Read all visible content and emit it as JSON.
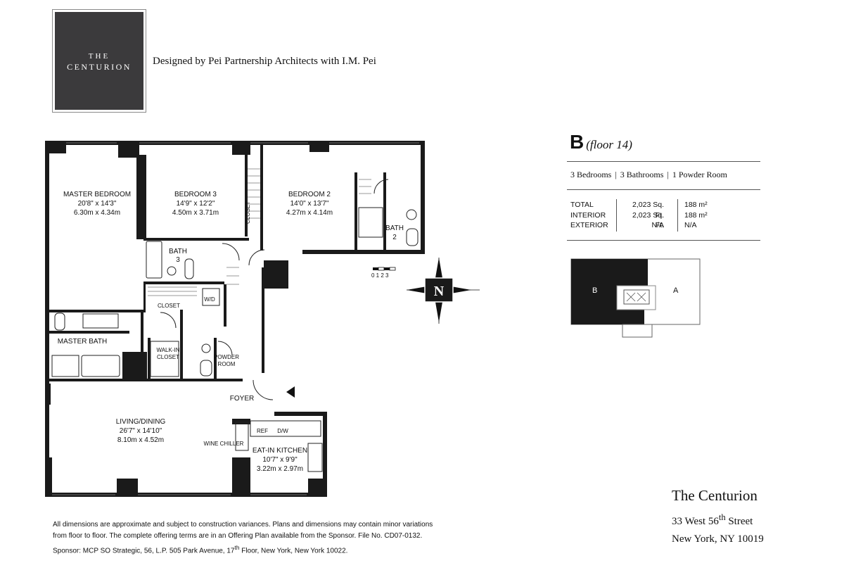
{
  "header": {
    "logo_the": "THE",
    "logo_name": "CENTURION",
    "designer": "Designed by Pei Partnership Architects with I.M. Pei"
  },
  "rooms": {
    "master_bedroom": {
      "name": "MASTER BEDROOM",
      "dim_imperial": "20'8\" x 14'3\"",
      "dim_metric": "6.30m x 4.34m"
    },
    "bedroom3": {
      "name": "BEDROOM 3",
      "dim_imperial": "14'9\" x 12'2\"",
      "dim_metric": "4.50m x 3.71m"
    },
    "bedroom2": {
      "name": "BEDROOM 2",
      "dim_imperial": "14'0\" x 13'7\"",
      "dim_metric": "4.27m x 4.14m"
    },
    "living": {
      "name": "LIVING/DINING",
      "dim_imperial": "26'7\" x 14'10\"",
      "dim_metric": "8.10m x 4.52m"
    },
    "kitchen": {
      "name": "EAT-IN KITCHEN",
      "dim_imperial": "10'7\" x 9'9\"",
      "dim_metric": "3.22m x 2.97m"
    }
  },
  "labels": {
    "bath3": "BATH",
    "bath3_num": "3",
    "bath2": "BATH",
    "bath2_num": "2",
    "closet": "CLOSET",
    "closet_short": "CLOSET",
    "wd": "W/D",
    "master_bath": "MASTER BATH",
    "walkin1": "WALK-IN",
    "walkin2": "CLOSET",
    "powder1": "POWDER",
    "powder2": "ROOM",
    "foyer": "FOYER",
    "wine": "WINE CHILLER",
    "ref": "REF",
    "dw": "D/W",
    "scale": "0 1 2 3",
    "north": "N"
  },
  "unit": {
    "letter": "B",
    "floor": "(floor 14)",
    "bedrooms": "3 Bedrooms",
    "bathrooms": "3 Bathrooms",
    "powder": "1 Powder Room",
    "separator": "|"
  },
  "areas": {
    "rows": [
      {
        "label": "TOTAL",
        "sqft": "2,023 Sq. Ft.",
        "m2": "188 m²"
      },
      {
        "label": "INTERIOR",
        "sqft": "2,023 Sq. Ft.",
        "m2": "188 m²"
      },
      {
        "label": "EXTERIOR",
        "sqft": "N/A",
        "m2": "N/A"
      }
    ]
  },
  "keyplan": {
    "left": "B",
    "right": "A"
  },
  "address": {
    "name": "The Centurion",
    "street_pre": "33 West 56",
    "street_sup": "th",
    "street_post": " Street",
    "city": "New York, NY  10019"
  },
  "disclaimer": {
    "line1": "All dimensions are approximate and subject to construction variances.  Plans and dimensions may contain minor variations",
    "line2": "from floor to floor. The complete offering terms are in an Offering Plan available from the Sponsor.  File No. CD07-0132.",
    "line3_pre": "Sponsor:  MCP SO Strategic, 56, L.P. 505 Park Avenue, 17",
    "line3_sup": "th",
    "line3_post": " Floor, New York, New York 10022."
  },
  "colors": {
    "wall": "#1a1a1a",
    "logo_bg": "#3b3a3c"
  }
}
